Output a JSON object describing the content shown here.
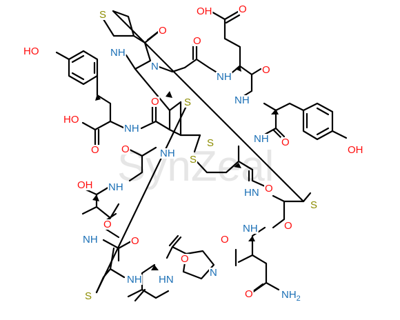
{
  "watermark": "SynZeal",
  "colors": {
    "bond": "#000000",
    "oxygen": "#ff0d0d",
    "nitrogen": "#1a6fb5",
    "sulfur": "#8c8c00",
    "watermark": "#e6e6e6"
  },
  "labels": {
    "ho_tyr1": "HO",
    "oh_glu": "OH",
    "o_glu_acid": "O",
    "s_top": "S",
    "nh_imid": "NH",
    "n_imid": "N",
    "o_imid": "O",
    "o_cys_a": "O",
    "nh_glu": "NH",
    "o_glu": "O",
    "nh_tyr2": "NH",
    "ho_cterm": "HO",
    "o_cterm": "O",
    "o_tyr1": "O",
    "nh_tyr1": "NH",
    "s_mid": "S",
    "nh_cys_b": "NH",
    "o_cys_b": "O",
    "nh_gly": "NH",
    "s_ss1": "S",
    "s_ss2": "S",
    "o_tyr2": "O",
    "nh_tyr2b": "NH",
    "oh_tyr2": "OH",
    "oh_thr": "OH",
    "o_thr": "O",
    "nh_thr": "NH",
    "o_cys_c": "O",
    "hn_cys_d": "HN",
    "o_cys_d": "O",
    "s_right": "S",
    "nh_asn": "NH",
    "o_asn_bb": "O",
    "o_pro": "O",
    "nh_cys_e": "NH",
    "hn_ala": "HN",
    "n_pro": "N",
    "o_ala": "O",
    "s_bottom": "S",
    "o_asn": "O",
    "nh2_asn": "NH2"
  }
}
